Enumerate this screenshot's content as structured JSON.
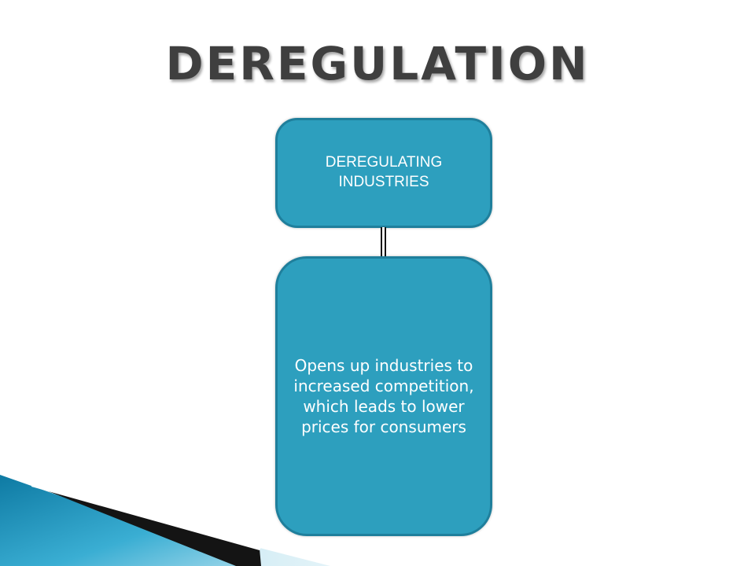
{
  "slide": {
    "title": "DEREGULATION"
  },
  "diagram": {
    "top_box": {
      "text": "DEREGULATING INDUSTRIES"
    },
    "bottom_box": {
      "text": "Opens up industries to increased competition, which leads to lower prices for consumers"
    }
  },
  "colors": {
    "box_fill": "#2d9fbe",
    "box_border": "#1f7f9c",
    "title_text": "#3f3f3f",
    "decor_blue": "#1e8db5"
  }
}
